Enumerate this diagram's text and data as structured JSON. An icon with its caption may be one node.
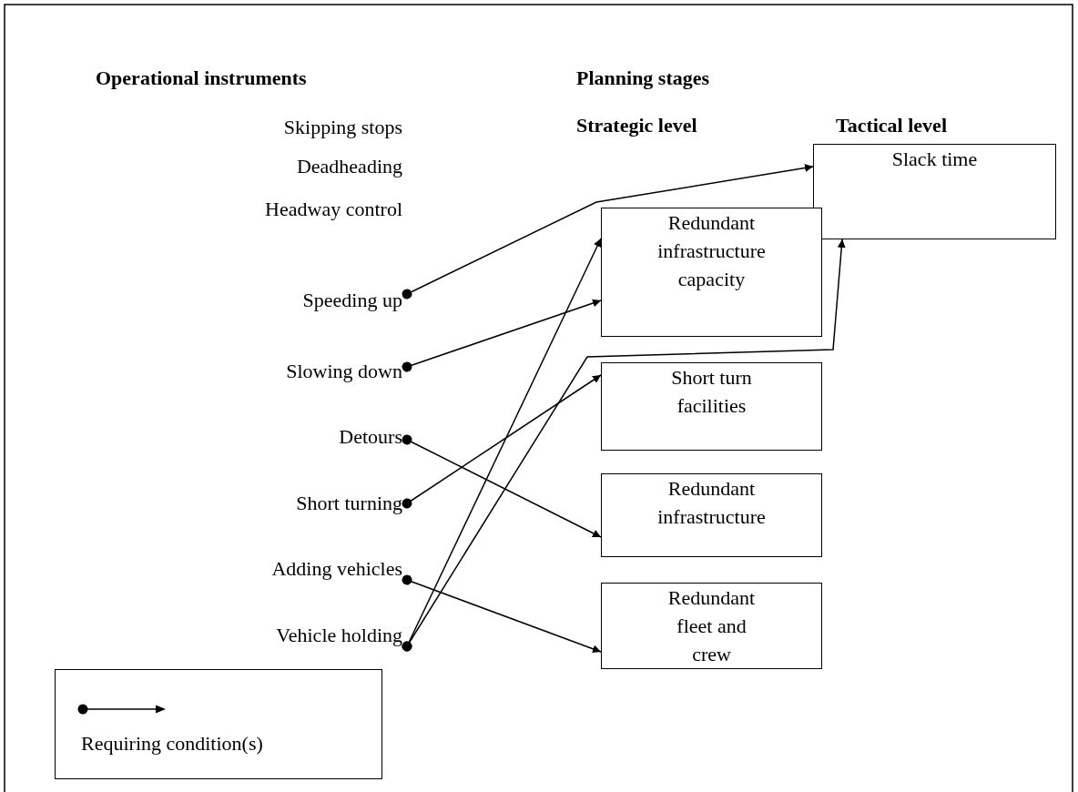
{
  "diagram": {
    "nodes": [
      {
        "text": [
          "Skipping stops"
        ]
      },
      {
        "text": [
          "Deadheading"
        ]
      },
      {
        "text": [
          "Headway control"
        ]
      },
      {
        "text": [
          "Speeding up"
        ]
      },
      {
        "text": [
          "Slowing down"
        ]
      },
      {
        "text": [
          "Detours"
        ]
      },
      {
        "text": [
          "Short turning"
        ]
      },
      {
        "text": [
          "Adding vehicles"
        ]
      },
      {
        "text": [
          "Vehicle holding"
        ]
      },
      {
        "text": [
          "Slack time"
        ]
      },
      {
        "text": [
          "Redundant infrastructure capacity"
        ]
      },
      {
        "text": [
          "Short turn facilities"
        ]
      },
      {
        "text": [
          "Redundant infrastructure"
        ]
      },
      {
        "text": [
          "Redundant fleet and crew"
        ]
      }
    ],
    "edges": [
      {
        "from": 3,
        "to": 9,
        "arrow": "to"
      },
      {
        "from": 4,
        "to": 10,
        "arrow": "to"
      },
      {
        "from": 5,
        "to": 12,
        "arrow": "to"
      },
      {
        "from": 6,
        "to": 11,
        "arrow": "to"
      },
      {
        "from": 7,
        "to": 13,
        "arrow": "to"
      },
      {
        "from": 8,
        "to": 10,
        "arrow": "to"
      },
      {
        "from": 8,
        "to": 9,
        "arrow": "to"
      }
    ],
    "labels": [
      "Operational instruments",
      "Planning stages",
      "Strategic level",
      "Tactical level"
    ],
    "legend": [
      {
        "text": "Requiring condition(s)"
      }
    ]
  }
}
